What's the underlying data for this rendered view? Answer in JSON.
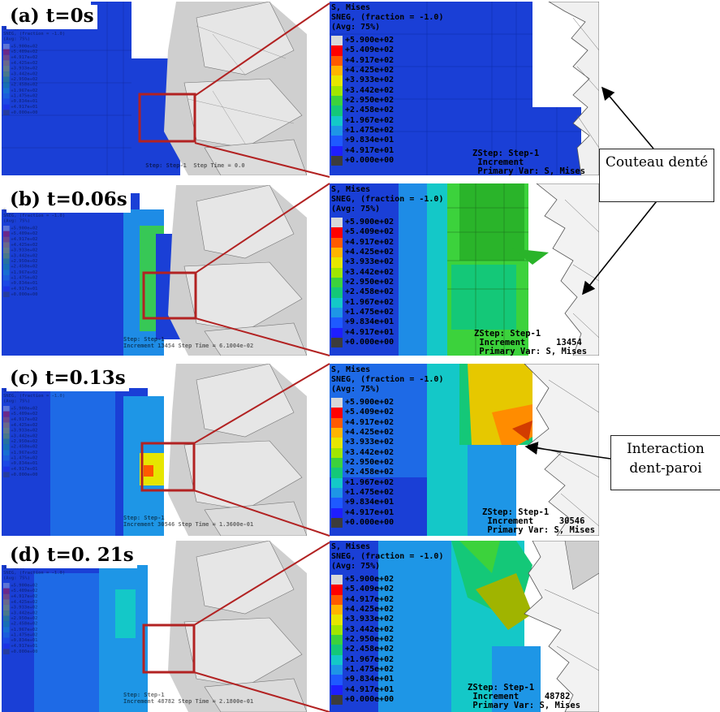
{
  "panels": [
    {
      "label": "(a) t=0s",
      "legend_visible": 1,
      "increment": "",
      "time_value": "0.0"
    },
    {
      "label": "(b) t=0.06s",
      "legend_visible": 2,
      "increment": "13454",
      "time_value": "6.1004e-02"
    },
    {
      "label": "(c) t=0.13s",
      "legend_visible": 3,
      "increment": "30546",
      "time_value": "1.3600e-01"
    },
    {
      "label": "(d) t=0. 21s",
      "legend_visible": 4,
      "increment": "48782",
      "time_value": "2.1800e-01"
    }
  ],
  "legend": {
    "title": "S, Mises",
    "subtitle": "SNEG, (fraction = -1.0)",
    "avg": "(Avg: 75%)",
    "values": [
      "+5.900e+02",
      "+5.409e+02",
      "+4.917e+02",
      "+4.425e+02",
      "+3.933e+02",
      "+3.442e+02",
      "+2.950e+02",
      "+2.458e+02",
      "+1.967e+02",
      "+1.475e+02",
      "+9.834e+01",
      "+4.917e+01",
      "+0.000e+00"
    ],
    "colors": [
      "#d8d8d8",
      "#ff0000",
      "#ff5a00",
      "#ffb400",
      "#e6e600",
      "#a0e600",
      "#3cd23c",
      "#14c878",
      "#14c8c8",
      "#1e96e6",
      "#1e5aff",
      "#1e1eff",
      "#3c3c3c"
    ]
  },
  "step_info": {
    "step": "Step: Step-1",
    "increment_label": "Increment",
    "primary_var": "Primary Var: S, Mises",
    "axis": "Z",
    "step_time_label": "Step Time ="
  },
  "callouts": {
    "knife": "Couteau denté",
    "interaction": "Interaction dent-paroi"
  },
  "colors": {
    "frame": "#b22222",
    "mesh_blue": "#1a3fd6",
    "knife_gray": "#e8e8e8"
  }
}
